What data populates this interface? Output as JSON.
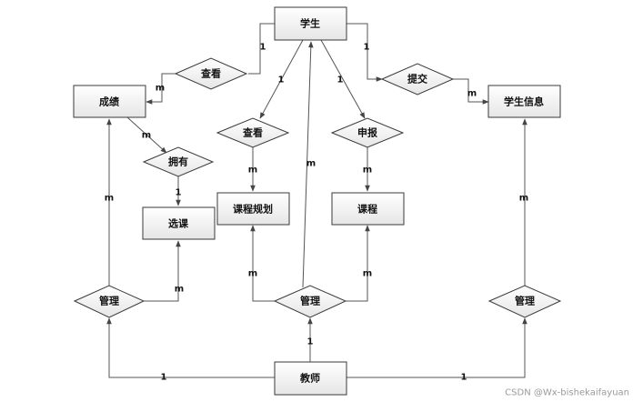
{
  "entities": {
    "student": "学生",
    "grades": "成绩",
    "student_info": "学生信息",
    "course_selection": "选课",
    "course_plan": "课程规划",
    "course": "课程",
    "teacher": "教师"
  },
  "relationships": {
    "view_grades": "查看",
    "submit": "提交",
    "own": "拥有",
    "view_plan": "查看",
    "declare": "申报",
    "manage_left": "管理",
    "manage_center": "管理",
    "manage_right": "管理"
  },
  "cardinalities": {
    "c1": "1",
    "c2": "m",
    "c3": "1",
    "c4": "m",
    "c5": "1",
    "c6": "1",
    "c7": "m",
    "c8": "1",
    "c9": "m",
    "c10": "m",
    "c11": "m",
    "c12": "m",
    "c13": "m",
    "c14": "m",
    "c15": "m",
    "c16": "m",
    "c17": "1",
    "c18": "1",
    "c19": "1"
  },
  "watermark": "CSDN @Wx-bishekaifayuan"
}
